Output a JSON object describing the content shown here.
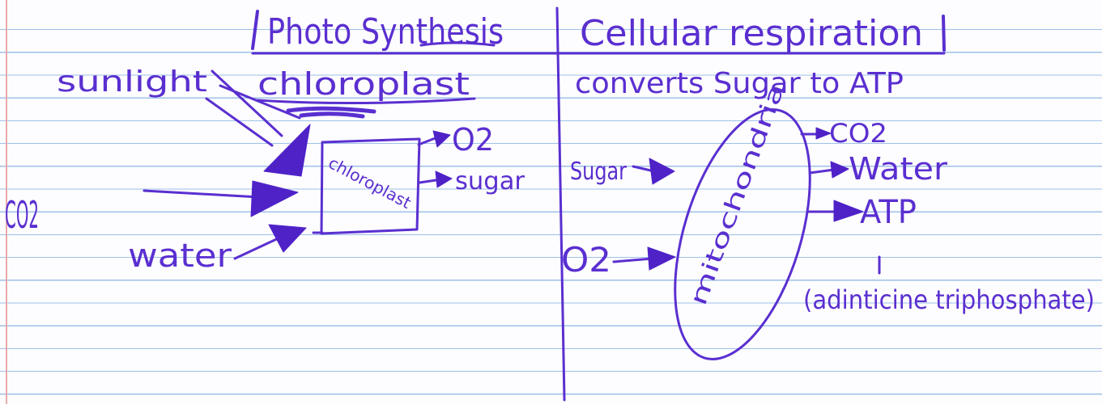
{
  "diagram": {
    "photosynthesis": {
      "title": "Photo Synthesis",
      "subtitle": "chloroplast",
      "box_label": "chloroplast",
      "inputs": [
        "sunlight",
        "CO2",
        "water"
      ],
      "outputs": [
        "O2",
        "sugar"
      ]
    },
    "respiration": {
      "title": "Cellular respiration",
      "subtitle": "converts Sugar to ATP",
      "oval_label": "mitochondria",
      "inputs": [
        "Sugar",
        "O2"
      ],
      "outputs": [
        "CO2",
        "Water",
        "ATP"
      ],
      "note": "(adinticine triphosphate)"
    }
  },
  "colors": {
    "ink": "#5a2fd0",
    "ruled_line": "#9fc0e8",
    "margin_line": "#e9a9a9",
    "paper": "#fdfdff"
  }
}
